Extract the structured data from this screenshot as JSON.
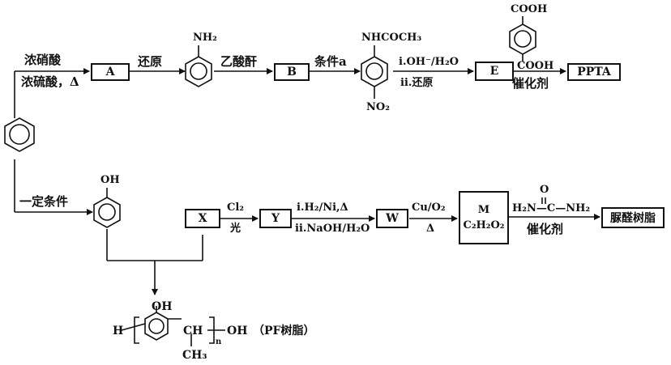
{
  "top_route": {
    "reagent_nitration_line1": "浓硝酸",
    "reagent_nitration_line2": "浓硫酸，Δ",
    "box_A": "A",
    "step_reduce": "还原",
    "aniline_nh2": "NH₂",
    "step_acetic_anhydride": "乙酸酐",
    "box_B": "B",
    "step_condition_a": "条件a",
    "acetanilide_group": "NHCOCH₃",
    "nitro_group": "NO₂",
    "step_hydrolysis": "ⅰ.OH⁻/H₂O",
    "step_reduce2": "ⅱ.还原",
    "box_E": "E",
    "tpa_cooh_top": "COOH",
    "tpa_cooh_bottom": "COOH",
    "catalyst": "催化剂",
    "box_PPTA": "PPTA"
  },
  "bottom_route": {
    "step_certain_conditions": "一定条件",
    "phenol_oh": "OH",
    "box_X": "X",
    "reagent_cl2": "Cl₂",
    "reagent_light": "光",
    "box_Y": "Y",
    "step_h2_ni": "ⅰ.H₂/Ni,Δ",
    "step_naoh": "ⅱ.NaOH/H₂O",
    "box_W": "W",
    "reagent_cu_o2": "Cu/O₂",
    "reagent_heat": "Δ",
    "box_M_letter": "M",
    "box_M_formula": "C₂H₂O₂",
    "urea_o": "O",
    "urea_formula": "H₂N—C—NH₂",
    "catalyst2": "催化剂",
    "box_resin": "脲醛树脂"
  },
  "pf_resin": {
    "oh": "OH",
    "h_prefix": "H",
    "ch_group": "CH",
    "n_sub": "n",
    "oh_end": "OH",
    "ch3": "CH₃",
    "label": "（PF树脂）"
  }
}
